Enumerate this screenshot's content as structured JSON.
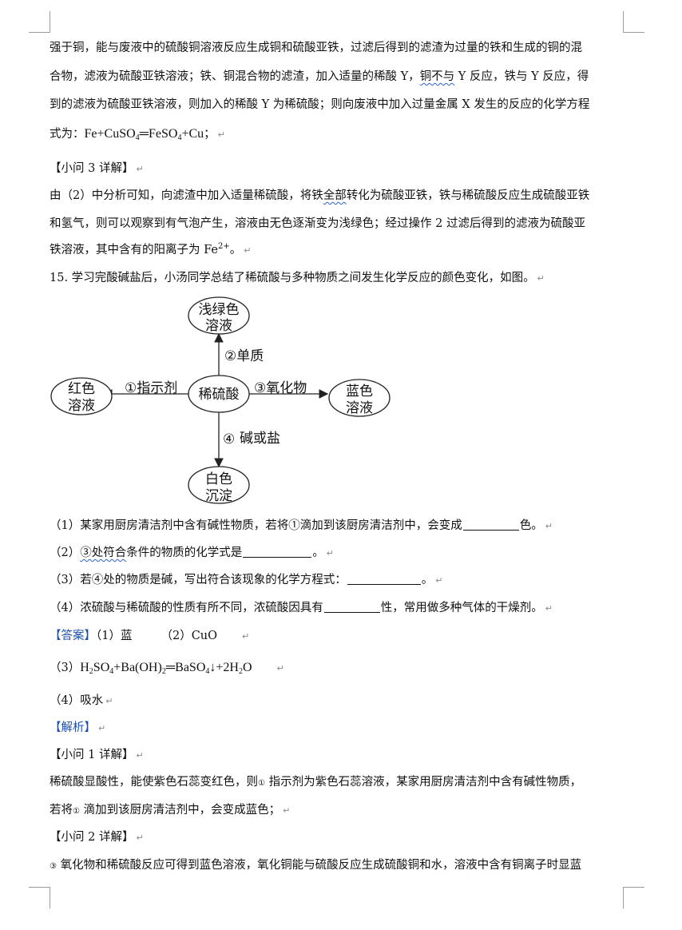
{
  "lines": {
    "l1": "强于铜，能与废液中的硫酸铜溶液反应生成铜和硫酸亚铁，过滤后得到的滤渣为过量的铁和生成的铜的混",
    "l2a": "合物，滤液为硫酸亚铁溶液；铁、铜混合物的滤渣，加入适量的稀酸 Y，",
    "l2b": "铜不与",
    "l2c": " Y 反应，铁与 Y 反应，得",
    "l3": "到的滤液为硫酸亚铁溶液，则加入的稀酸 Y 为稀硫酸；则向废液中加入过量金属 X 发生的反应的化学方程",
    "l4a": "式为：",
    "l4_f1": "Fe+CuSO",
    "l4_s1": "4",
    "l4_f2": "═FeSO",
    "l4_s2": "4",
    "l4_f3": "+Cu",
    "l4_tail": "；",
    "q3_heading": "【小问 3 详解】",
    "l6a": "由（2）中分析可知，向滤渣中加入适量稀硫酸，将铁",
    "l6b": "全部",
    "l6c": "转化为硫酸亚铁，铁与稀硫酸反应生成硫酸亚铁",
    "l7": "和氢气，则可以观察到有气泡产生，溶液由无色逐渐变为浅绿色；经过操作 2 过滤后得到的滤液为硫酸亚",
    "l8a": "铁溶液，其中含有的阳离子为 Fe",
    "l8_sup": "2+",
    "l8b": "。",
    "q15": "15. 学习完酸碱盐后，小汤同学总结了稀硫酸与多种物质之间发生化学反应的颜色变化，如图。",
    "sub1_a": "（1）某家用厨房清洁剂中含有碱性物质，若将①滴加到该厨房清洁剂中，会变成",
    "sub1_b": "色。",
    "sub2_a": "（2）",
    "sub2_b": "③处符合",
    "sub2_c": "条件的物质的化学式是",
    "sub2_d": "。",
    "sub3_a": "（3）若④处的物质是碱，写出符合该现象的化学方程式：",
    "sub3_b": "。",
    "sub4_a": "（4）浓硫酸与稀硫酸的性质有所不同，浓硫酸因具有",
    "sub4_b": "性，常用做多种气体的干燥剂。",
    "ans_label": "【答案】",
    "ans1": "（1）蓝",
    "ans2": "（2）CuO",
    "ans3_prefix": "（3）",
    "ans3_f1": "H",
    "ans3_s1": "2",
    "ans3_f2": "SO",
    "ans3_s2": "4",
    "ans3_f3": "+Ba(OH)",
    "ans3_s3": "2",
    "ans3_f4": "═BaSO",
    "ans3_s4": "4",
    "ans3_f5": "↓+2H",
    "ans3_s5": "2",
    "ans3_f6": "O",
    "ans4": "（4）吸水",
    "jiexi_label": "【解析】",
    "q1_heading": "【小问 1 详解】",
    "l18a": "稀硫酸显酸性，能使紫色石蕊变红色，则",
    "l18_circ": "①",
    "l18b": " 指示剂为紫色石蕊溶液，某家用厨房清洁剂中含有碱性物质，",
    "l19a": "若将",
    "l19_circ": "①",
    "l19b": " 滴加到该厨房清洁剂中，会变成蓝色；",
    "q2_heading": "【小问 2 详解】",
    "l21_circ": "③",
    "l21": " 氧化物和稀硫酸反应可得到蓝色溶液，氧化铜能与硫酸反应生成硫酸铜和水，溶液中含有铜离子时显蓝"
  },
  "diagram": {
    "center": "稀硫酸",
    "top_l1": "浅绿色",
    "top_l2": "溶液",
    "left_l1": "红色",
    "left_l2": "溶液",
    "right_l1": "蓝色",
    "right_l2": "溶液",
    "bottom_l1": "白色",
    "bottom_l2": "沉淀",
    "arrow_up": "②单质",
    "arrow_left": "①指示剂",
    "arrow_right": "③氧化物",
    "arrow_down_num": "④",
    "arrow_down": "碱或盐"
  },
  "colors": {
    "answer_label": "#1f4fa8",
    "wavy_underline": "#2e62c9"
  },
  "icons": {
    "paragraph_mark": "↵"
  }
}
